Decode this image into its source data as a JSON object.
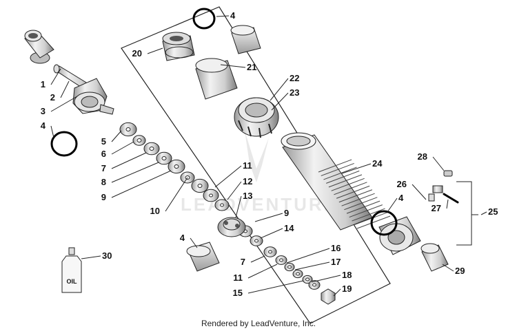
{
  "diagram": {
    "credit": "Rendered by LeadVenture, Inc.",
    "watermark": "LEADVENTURE",
    "oil_bottle_label": "OIL",
    "callouts": [
      {
        "id": "c1",
        "text": "1"
      },
      {
        "id": "c2",
        "text": "2"
      },
      {
        "id": "c3",
        "text": "3"
      },
      {
        "id": "c4a",
        "text": "4"
      },
      {
        "id": "c4b",
        "text": "4"
      },
      {
        "id": "c4c",
        "text": "4"
      },
      {
        "id": "c4d",
        "text": "4"
      },
      {
        "id": "c5",
        "text": "5"
      },
      {
        "id": "c6",
        "text": "6"
      },
      {
        "id": "c7a",
        "text": "7"
      },
      {
        "id": "c7b",
        "text": "7"
      },
      {
        "id": "c8",
        "text": "8"
      },
      {
        "id": "c9a",
        "text": "9"
      },
      {
        "id": "c9b",
        "text": "9"
      },
      {
        "id": "c10",
        "text": "10"
      },
      {
        "id": "c11a",
        "text": "11"
      },
      {
        "id": "c11b",
        "text": "11"
      },
      {
        "id": "c12",
        "text": "12"
      },
      {
        "id": "c13",
        "text": "13"
      },
      {
        "id": "c14",
        "text": "14"
      },
      {
        "id": "c15",
        "text": "15"
      },
      {
        "id": "c16",
        "text": "16"
      },
      {
        "id": "c17",
        "text": "17"
      },
      {
        "id": "c18",
        "text": "18"
      },
      {
        "id": "c19",
        "text": "19"
      },
      {
        "id": "c20",
        "text": "20"
      },
      {
        "id": "c21",
        "text": "21"
      },
      {
        "id": "c22",
        "text": "22"
      },
      {
        "id": "c23",
        "text": "23"
      },
      {
        "id": "c24",
        "text": "24"
      },
      {
        "id": "c25",
        "text": "25"
      },
      {
        "id": "c26",
        "text": "26"
      },
      {
        "id": "c27",
        "text": "27"
      },
      {
        "id": "c28",
        "text": "28"
      },
      {
        "id": "c29",
        "text": "29"
      },
      {
        "id": "c30",
        "text": "30"
      }
    ]
  }
}
